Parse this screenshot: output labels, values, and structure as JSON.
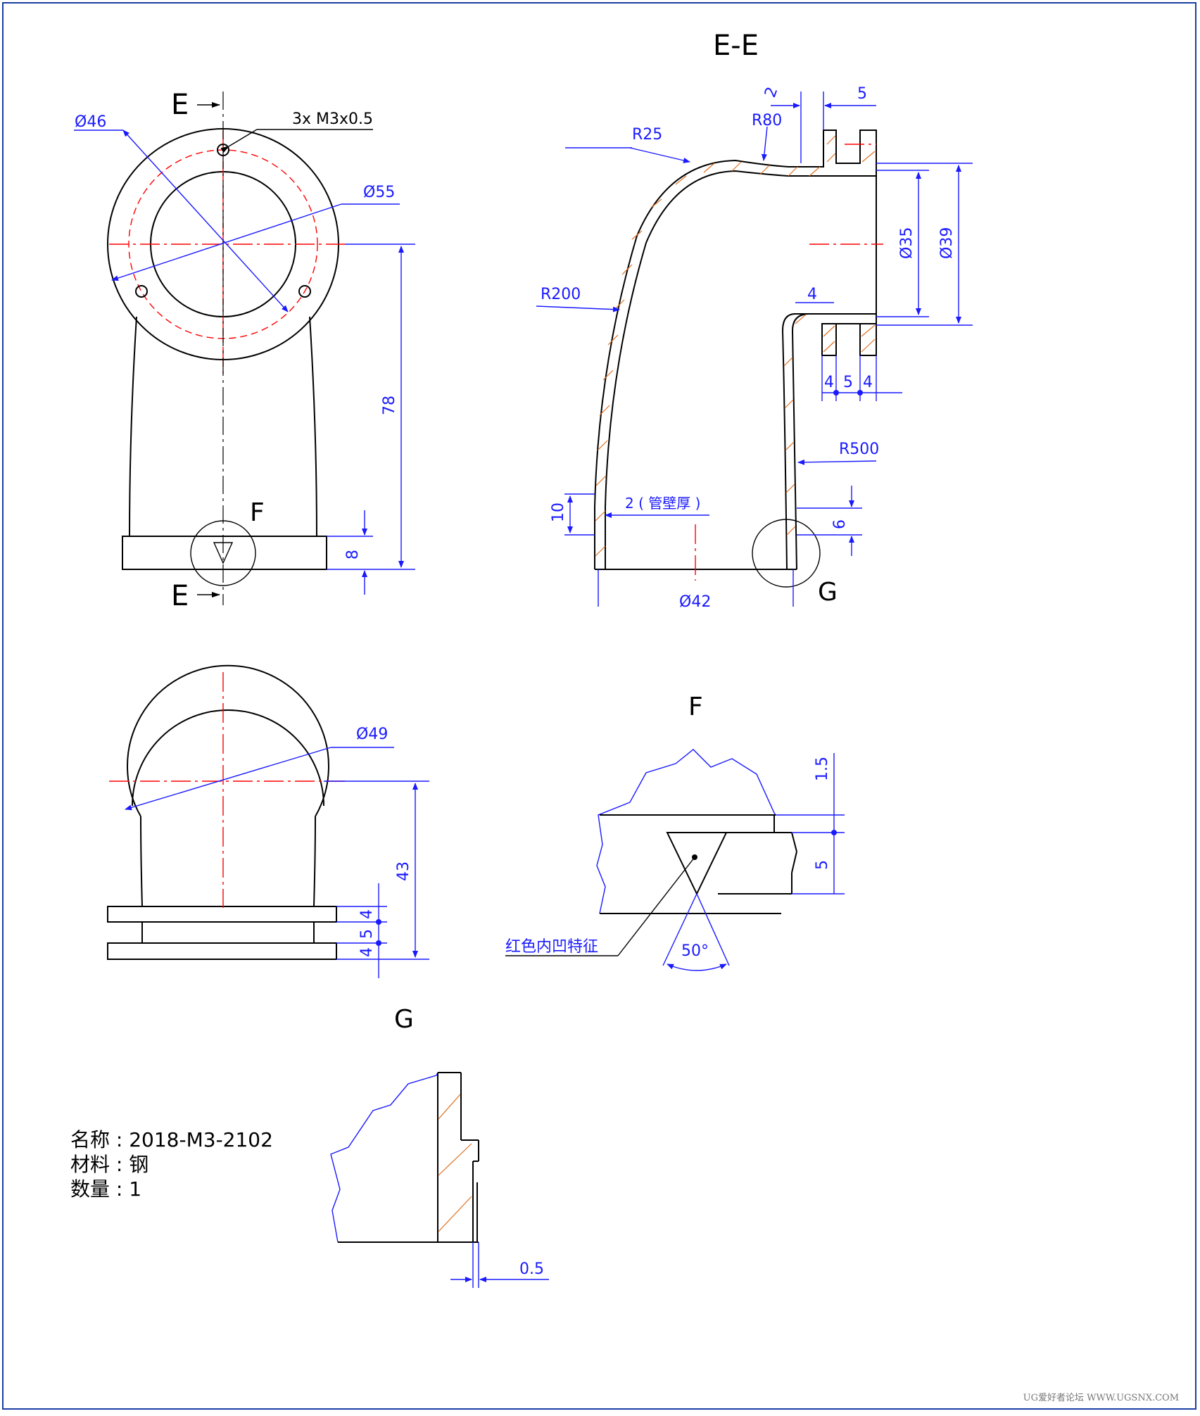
{
  "views": {
    "section_ee": "E-E",
    "detail_f": "F",
    "detail_g": "G",
    "section_mark": "E"
  },
  "dims": {
    "d46": "Ø46",
    "thread": "3x M3x0.5",
    "d55": "Ø55",
    "h78": "78",
    "h8": "8",
    "d49": "Ø49",
    "h43": "43",
    "s4a": "4",
    "s5": "5",
    "s4b": "4",
    "r25": "R25",
    "r80": "R80",
    "dim5top": "5",
    "dim2top": "2",
    "d35": "Ø35",
    "d39": "Ø39",
    "r200": "R200",
    "dim4": "4",
    "flange_4a": "4",
    "flange_5": "5",
    "flange_4b": "4",
    "r500": "R500",
    "wall": "2 ( 管壁厚 )",
    "h10": "10",
    "h6": "6",
    "d42": "Ø42",
    "f15": "1.5",
    "f5": "5",
    "angle": "50°",
    "red_feature": "红色内凹特征",
    "g05": "0.5"
  },
  "info": {
    "name": "名称 : 2018-M3-2102",
    "material": "材料 : 钢",
    "quantity": "数量 : 1"
  },
  "watermark": "UG爱好者论坛 WWW.UGSNX.COM",
  "colors": {
    "dimension": "#1a1aff",
    "centerline": "#ff0000",
    "hatch": "#e07020",
    "frame": "#1a3fa3"
  }
}
